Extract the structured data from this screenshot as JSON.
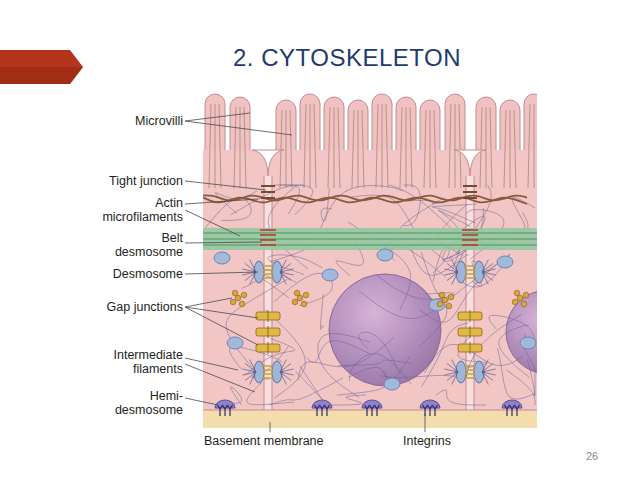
{
  "diagram": {
    "title": "2. CYTOSKELETON",
    "labels": [
      "Microvilli",
      "Tight junction",
      "Actin microfilaments",
      "Belt desmosome",
      "Desmosome",
      "Gap junctions",
      "Intermediate filaments",
      "Hemi- desmosome",
      "Basement membrane",
      "Integrins",
      "26"
    ]
  }
}
